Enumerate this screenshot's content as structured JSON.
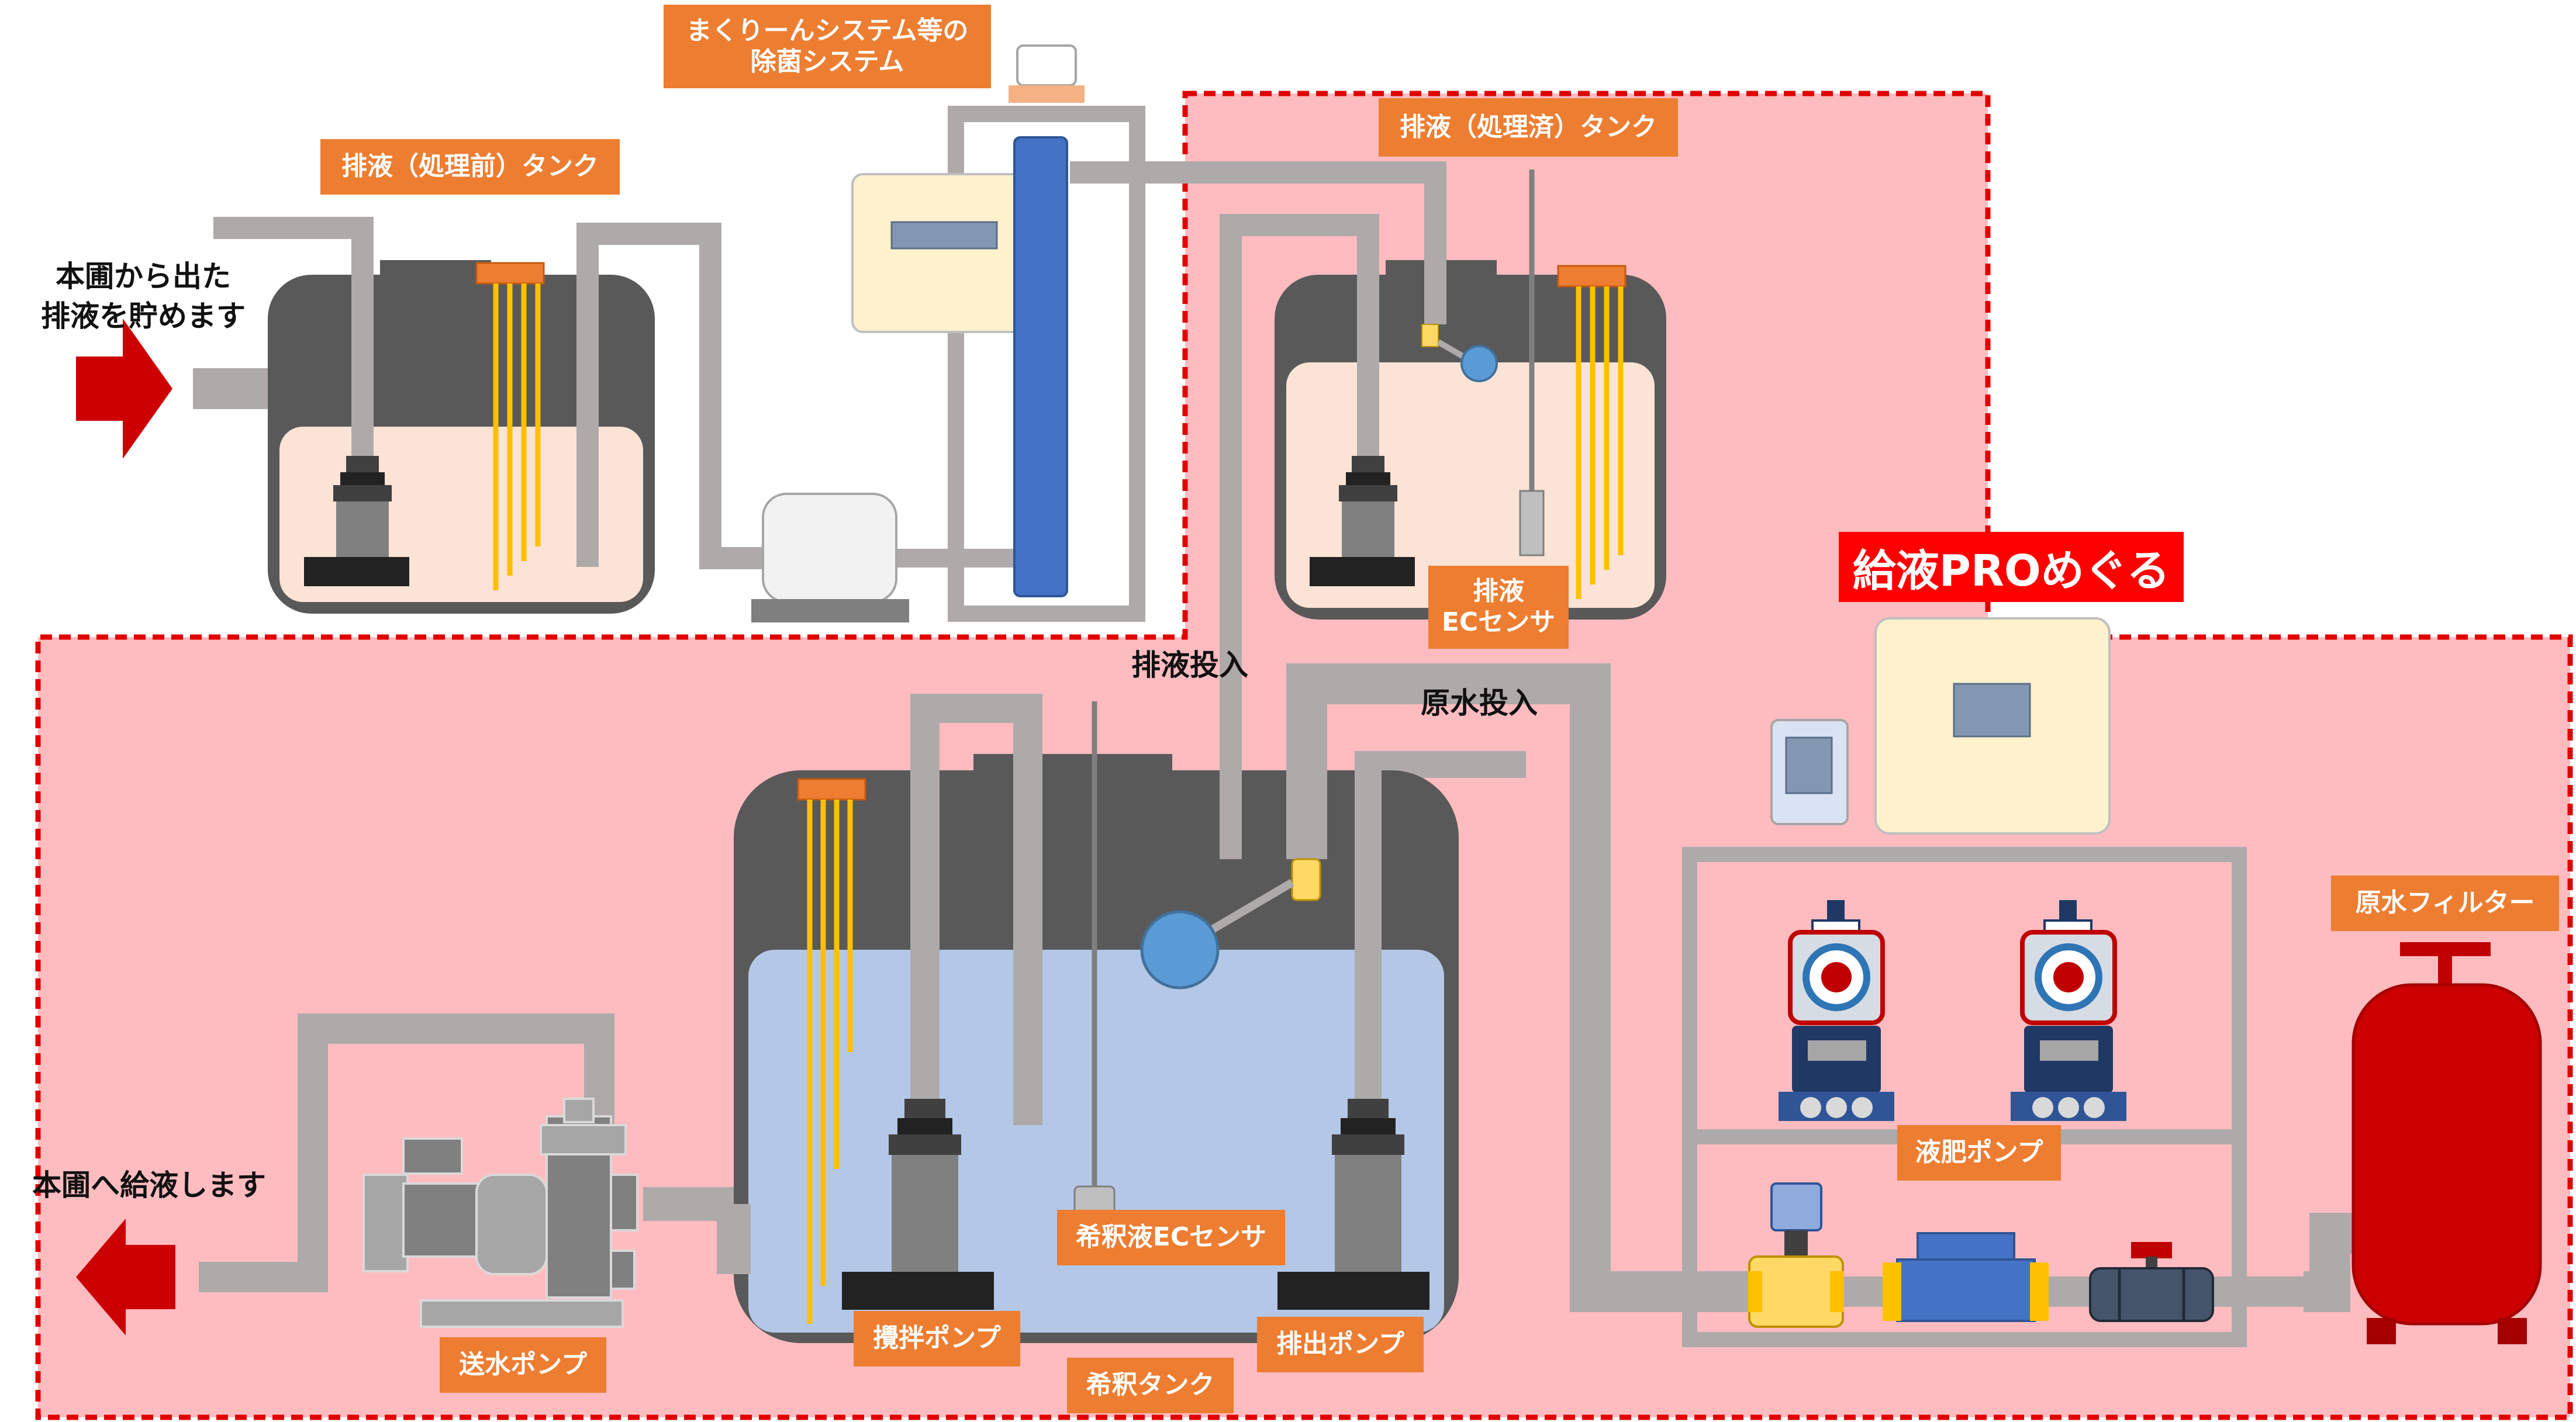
{
  "labels": {
    "sterilization_system": [
      "まくりーんシステム等の",
      "除菌システム"
    ],
    "raw_tank": "排液（処理前）タンク",
    "treated_tank": "排液（処理済）タンク",
    "inflow_note": [
      "本圃から出た",
      "排液を貯めます"
    ],
    "outflow_note": "本圃へ給液します",
    "ec_sensor_drain": [
      "排液",
      "ECセンサ"
    ],
    "brand_name": "給液PROめぐる",
    "drain_input": "排液投入",
    "raw_water_input": "原水投入",
    "raw_water_filter": "原水フィルター",
    "fertilizer_pump": "液肥ポンプ",
    "dilution_ec_sensor": "希釈液ECセンサ",
    "stirring_pump": "攪拌ポンプ",
    "discharge_pump": "排出ポンプ",
    "dilution_tank": "希釈タンク",
    "water_pump": "送水ポンプ"
  },
  "icons": {
    "flow_arrow": "arrow-right-icon",
    "submersible_pump": "submersible-pump-icon",
    "float_switch": "float-switch-icon",
    "level_sensor": "level-sensor-icon",
    "dosing_pump": "dosing-pump-icon",
    "valve": "valve-icon",
    "flow_meter": "flow-meter-icon"
  },
  "colors": {
    "zone_fill": "#ffbcc0",
    "zone_border": "#e00000",
    "label_orange": "#ed7d31",
    "brand_red": "#ff0000",
    "tank_dark": "#595959",
    "tank_liquid_drain": "#fbe3d6",
    "tank_liquid_dilution": "#b4c7e7",
    "pipe_gray": "#aeaaaa",
    "sensor_yellow": "#ffc000",
    "filter_red": "#cc0000",
    "arrow_red": "#cc0000",
    "column_blue": "#4472c4"
  }
}
